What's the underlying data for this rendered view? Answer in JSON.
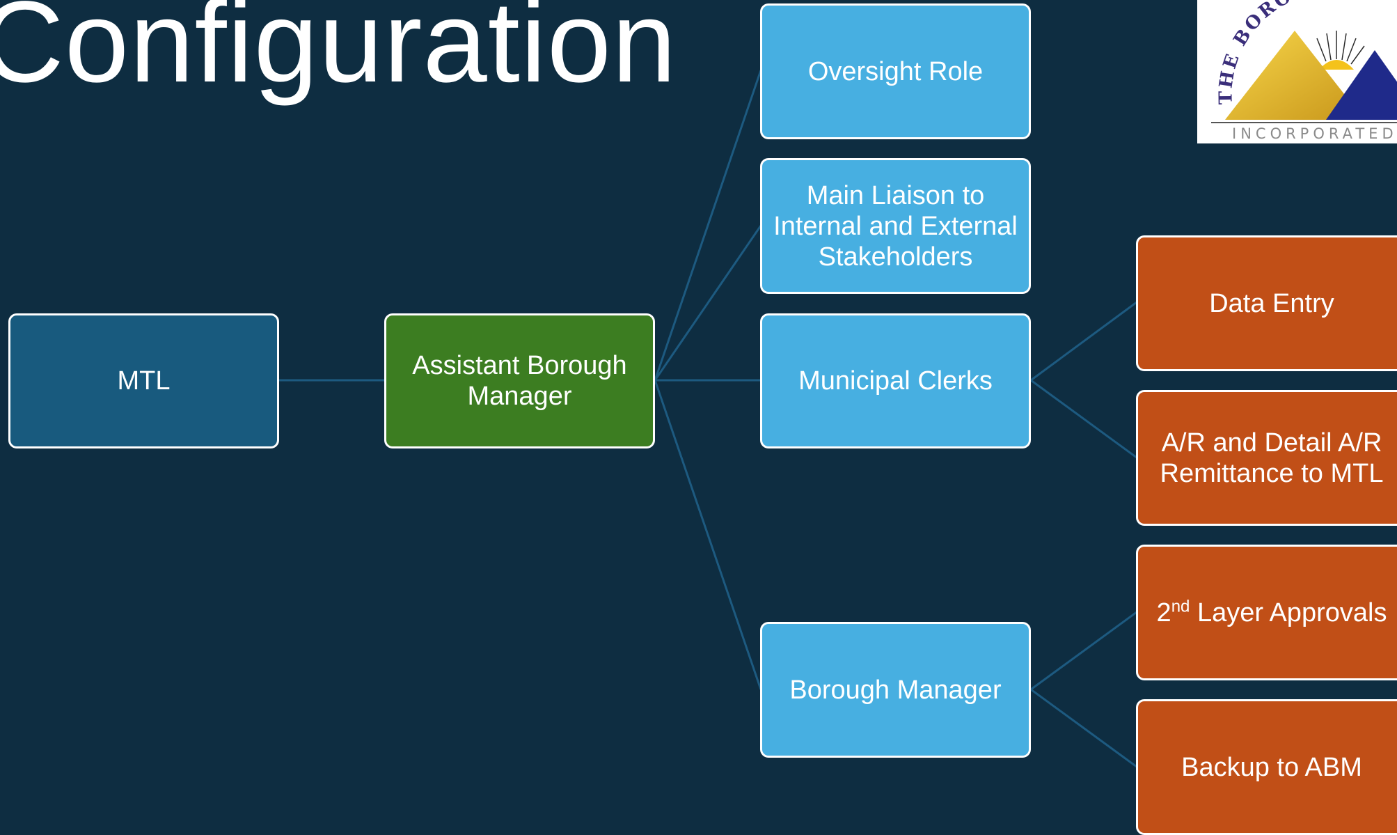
{
  "slide": {
    "title": "Configuration"
  },
  "nodes": {
    "mtl": "MTL",
    "abm": "Assistant Borough Manager",
    "oversight": "Oversight Role",
    "liaison": "Main Liaison to Internal and External Stakeholders",
    "clerks": "Municipal Clerks",
    "manager": "Borough Manager",
    "data_entry": "Data Entry",
    "ar": "A/R and Detail A/R Remittance to MTL",
    "approvals_base": "2",
    "approvals_sup": "nd",
    "approvals_rest": " Layer Approvals",
    "backup": "Backup to ABM"
  },
  "logo": {
    "top_text": "THE BOROUGH OF D",
    "bottom_text": "INCORPORATED"
  },
  "colors": {
    "background": "#0e2d41",
    "mtl": "#185a7e",
    "assistant": "#3c7d21",
    "roles": "#47afe1",
    "tasks": "#c14f17",
    "connector": "#1d5a80"
  }
}
